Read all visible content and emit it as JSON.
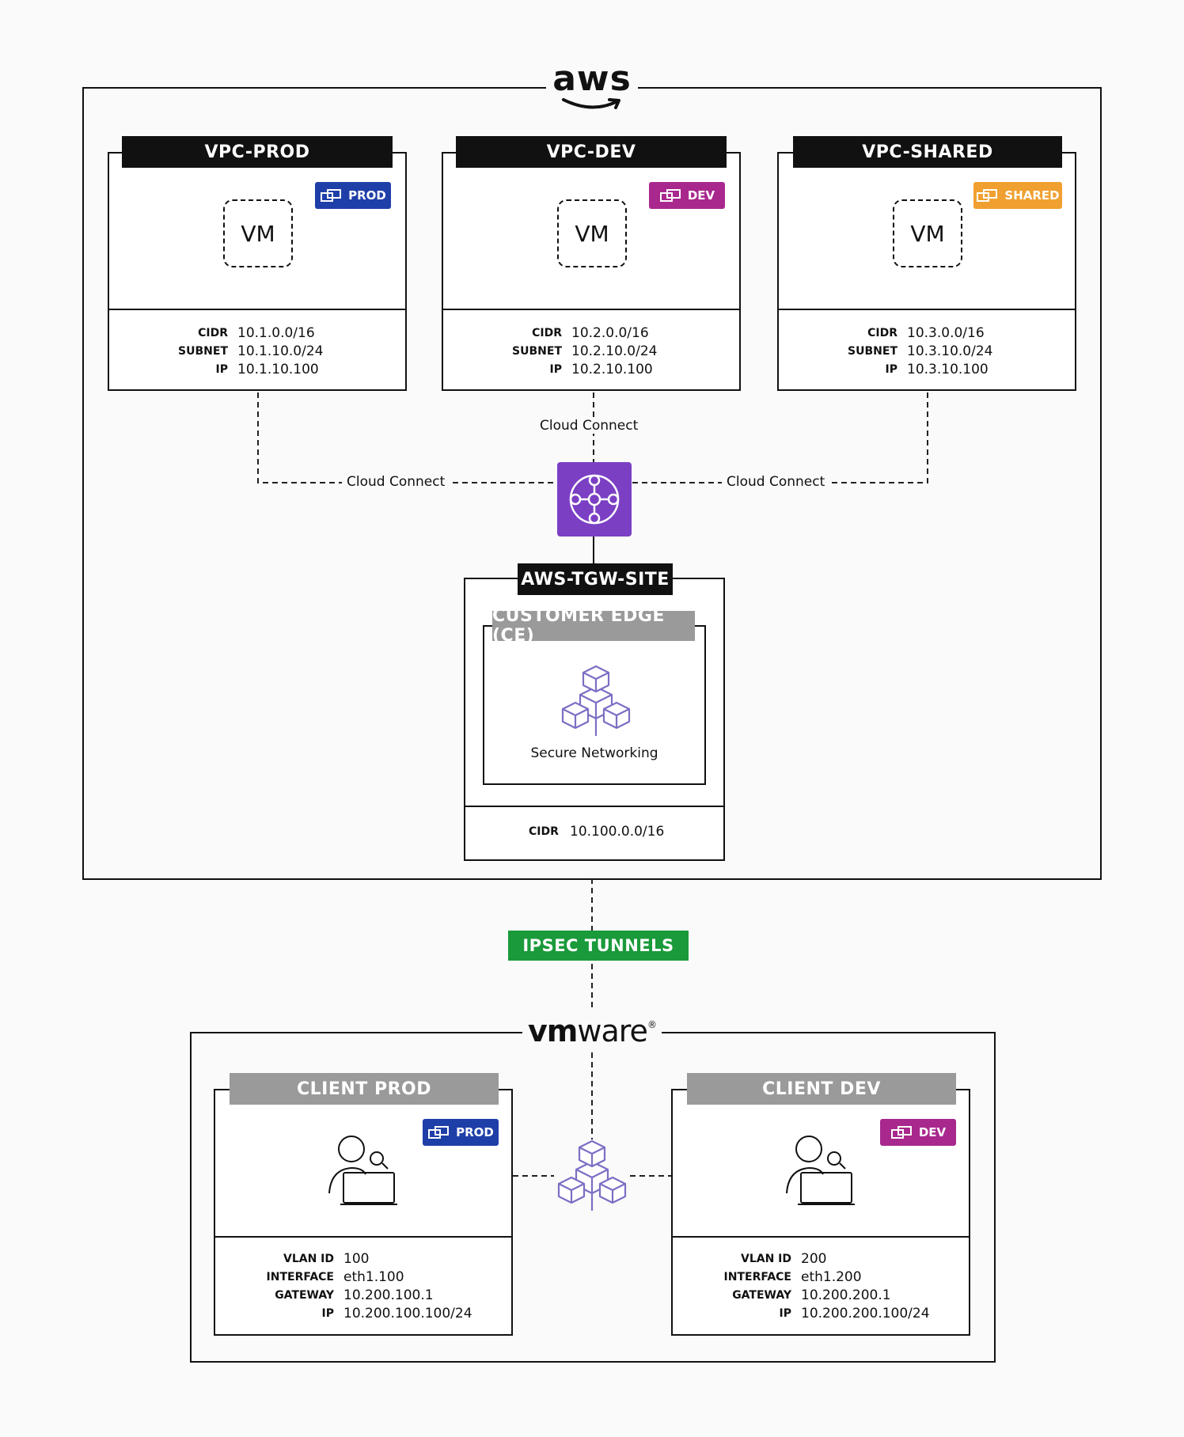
{
  "aws": {
    "logo": "aws"
  },
  "vpcs": [
    {
      "title": "VPC-PROD",
      "tag": "PROD",
      "tag_color": "#1f3fa8",
      "vm": "VM",
      "info": [
        {
          "k": "CIDR",
          "v": "10.1.0.0/16"
        },
        {
          "k": "SUBNET",
          "v": "10.1.10.0/24"
        },
        {
          "k": "IP",
          "v": "10.1.10.100"
        }
      ]
    },
    {
      "title": "VPC-DEV",
      "tag": "DEV",
      "tag_color": "#a8288e",
      "vm": "VM",
      "info": [
        {
          "k": "CIDR",
          "v": "10.2.0.0/16"
        },
        {
          "k": "SUBNET",
          "v": "10.2.10.0/24"
        },
        {
          "k": "IP",
          "v": "10.2.10.100"
        }
      ]
    },
    {
      "title": "VPC-SHARED",
      "tag": "SHARED",
      "tag_color": "#f0a030",
      "vm": "VM",
      "info": [
        {
          "k": "CIDR",
          "v": "10.3.0.0/16"
        },
        {
          "k": "SUBNET",
          "v": "10.3.10.0/24"
        },
        {
          "k": "IP",
          "v": "10.3.10.100"
        }
      ]
    }
  ],
  "connections": {
    "left": "Cloud Connect",
    "center": "Cloud Connect",
    "right": "Cloud Connect"
  },
  "tgw_color": "#7b3fc4",
  "site": {
    "title": "AWS-TGW-SITE",
    "ce_title": "CUSTOMER EDGE (CE)",
    "ce_caption": "Secure Networking",
    "info": [
      {
        "k": "CIDR",
        "v": "10.100.0.0/16"
      }
    ]
  },
  "ipsec": {
    "label": "IPSEC TUNNELS",
    "color": "#1a9a3a"
  },
  "vmware": {
    "logo_vm": "vm",
    "logo_ware": "ware",
    "logo_mark": "®"
  },
  "clients": [
    {
      "title": "CLIENT PROD",
      "tag": "PROD",
      "tag_color": "#1f3fa8",
      "info": [
        {
          "k": "VLAN ID",
          "v": "100"
        },
        {
          "k": "INTERFACE",
          "v": "eth1.100"
        },
        {
          "k": "GATEWAY",
          "v": "10.200.100.1"
        },
        {
          "k": "IP",
          "v": "10.200.100.100/24"
        }
      ]
    },
    {
      "title": "CLIENT DEV",
      "tag": "DEV",
      "tag_color": "#a8288e",
      "info": [
        {
          "k": "VLAN ID",
          "v": "200"
        },
        {
          "k": "INTERFACE",
          "v": "eth1.200"
        },
        {
          "k": "GATEWAY",
          "v": "10.200.200.1"
        },
        {
          "k": "IP",
          "v": "10.200.200.100/24"
        }
      ]
    }
  ],
  "cube_color": "#7a6fc4"
}
